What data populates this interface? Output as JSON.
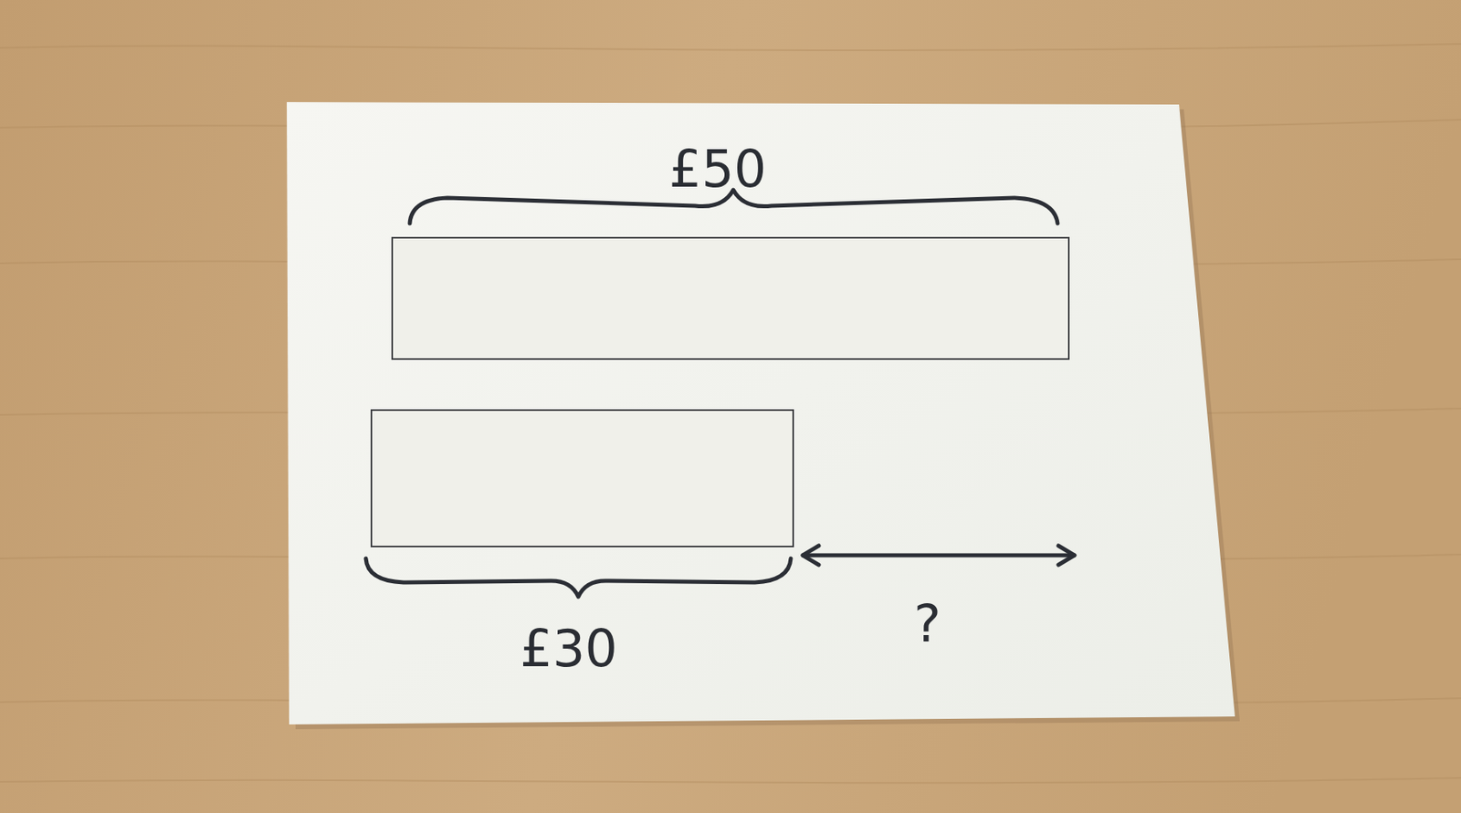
{
  "diagram": {
    "nodes": [
      {
        "text": [
          "£50"
        ]
      },
      {
        "text": [
          "£30"
        ]
      }
    ],
    "labels": [
      "?"
    ]
  }
}
